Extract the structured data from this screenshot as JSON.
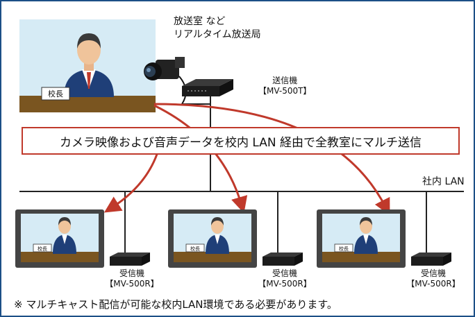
{
  "station_label": [
    "放送室 など",
    "リアルタイム放送局"
  ],
  "transmitter": {
    "line1": "送信機",
    "line2": "【MV-500T】"
  },
  "headline": "カメラ映像および音声データを校内 LAN 経由で全教室にマルチ送信",
  "lan_label": "社内 LAN",
  "nameplate": "校長",
  "receivers": [
    {
      "line1": "受信機",
      "line2": "【MV-500R】"
    },
    {
      "line1": "受信機",
      "line2": "【MV-500R】"
    },
    {
      "line1": "受信機",
      "line2": "【MV-500R】"
    }
  ],
  "footnote": "※ マルチキャスト配信が可能な校内LAN環境である必要があります。",
  "colors": {
    "frame": "#1c4f86",
    "arrow": "#c0392b",
    "headline_border": "#c0392b",
    "desk": "#7a5520",
    "screen_bg": "#d6ebf5"
  }
}
